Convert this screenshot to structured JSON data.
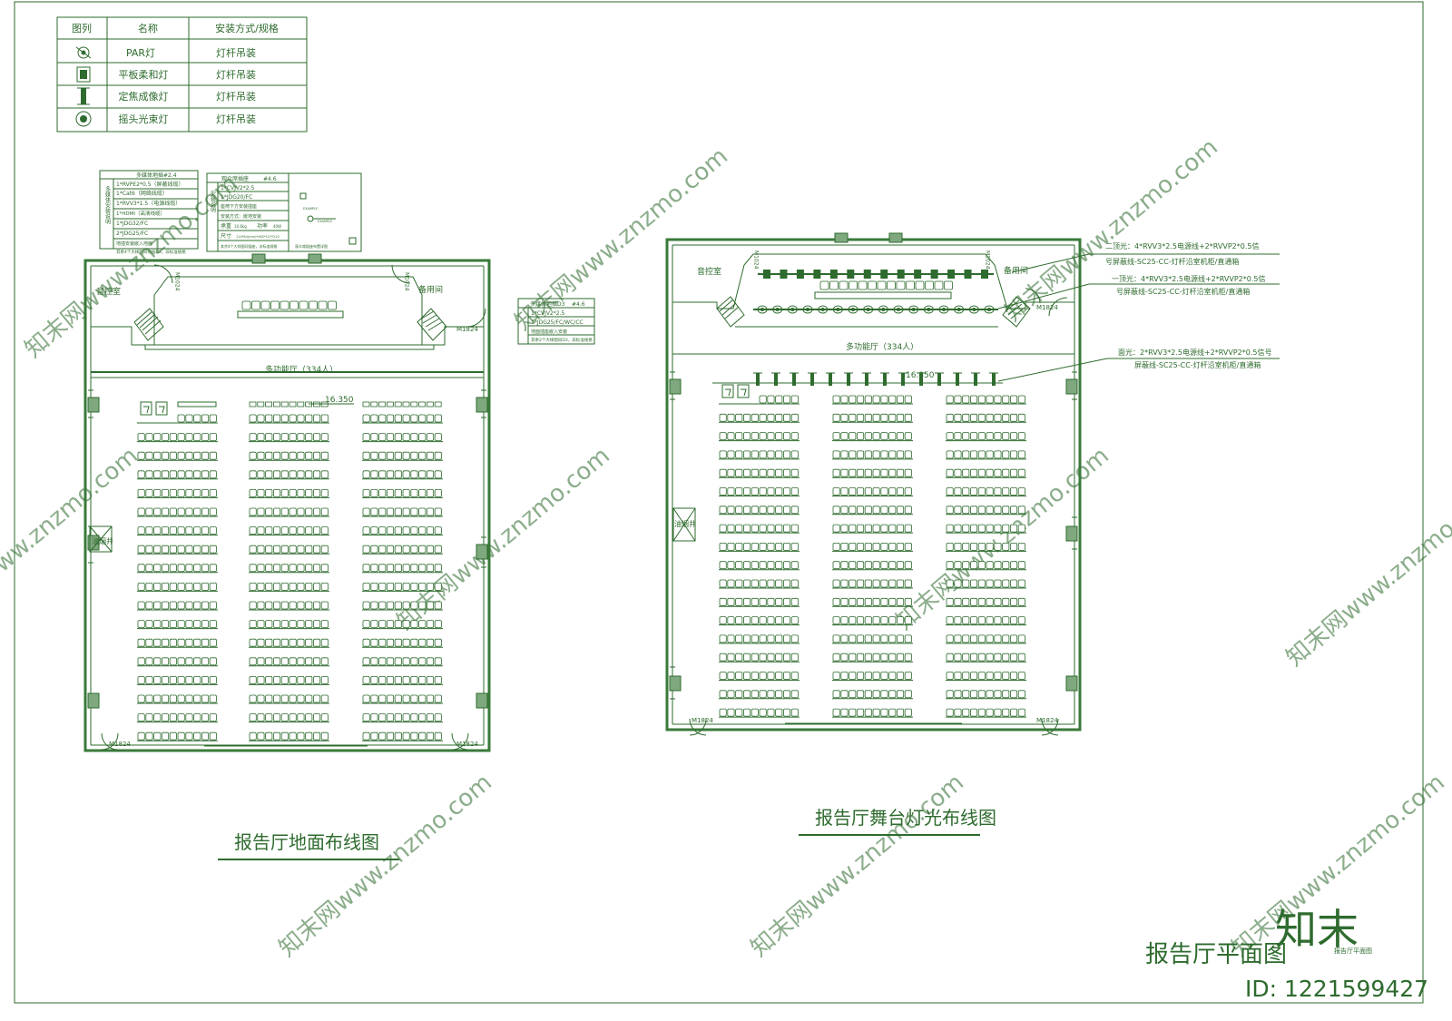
{
  "legend": {
    "headers": [
      "图列",
      "名称",
      "安装方式/规格"
    ],
    "rows": [
      {
        "icon": "par-light-icon",
        "name": "PAR灯",
        "spec": "灯杆吊装"
      },
      {
        "icon": "panel-soft-light-icon",
        "name": "平板柔和灯",
        "spec": "灯杆吊装"
      },
      {
        "icon": "profile-spot-light-icon",
        "name": "定焦成像灯",
        "spec": "灯杆吊装"
      },
      {
        "icon": "moving-head-light-icon",
        "name": "摇头光束灯",
        "spec": "灯杆吊装"
      }
    ]
  },
  "box1": {
    "header_left": "多媒体地插",
    "header_right": "#2.4",
    "side": "多媒体安装说明",
    "lines": [
      "1*RVPE2*0.5（屏蔽线缆）",
      "1*Cat6（网络线缆）",
      "1*RVV3*1.5（电源线缆）",
      "1*HDMI（高清线缆）",
      "1*JDG32/FC",
      "2*JDG25/FC",
      "地插安装嵌入地面",
      "其余4个大样图同地插D3，非标准规格"
    ]
  },
  "box2": {
    "header_left": "观众席插座",
    "header_right": "#4.6",
    "side": "安装说明",
    "lines": [
      "1*CVJV2*2.5",
      "1*JDG20/FC",
      "座椅下方安装插座",
      "安装方式：嵌地安装",
      "承重",
      "尺寸"
    ],
    "load_value": "10.6kg",
    "power_label": "功率",
    "power_value": "40W",
    "size_value": "114*64(mm)*465*157*210",
    "note": "其余4个大样图同插座，非标准规格",
    "example1": "EXAMPLE",
    "example2": "EXAMPLE",
    "right_note": "观众席插座布置详图"
  },
  "box3": {
    "header_left": "多媒体地插D3",
    "header_right": "#4.6",
    "lines": [
      "1*CVJV2*2.5",
      "1*JDG25/FC/WC/CC",
      "地面插座嵌入安装",
      "其余2个大样图同D3，非标准规格"
    ]
  },
  "plan1": {
    "title": "报告厅地面布线图",
    "hall_label": "多功能厅（334人）",
    "control_room": "音控室",
    "spare_room": "备用间",
    "elevation": "16.350",
    "shaft": "油烟井",
    "door_m1024": "M1024",
    "door_m1824_a": "M1824",
    "door_m1824_b": "M1824",
    "door_m1824_c": "M1824"
  },
  "plan2": {
    "title": "报告厅舞台灯光布线图",
    "hall_label": "多功能厅（334人）",
    "control_room": "音控室",
    "spare_room": "备用间",
    "elevation": "16.350",
    "shaft": "油烟井",
    "door_m1024_a": "M1024",
    "door_m1024_b": "M1024",
    "door_m1824_a": "M1824",
    "door_m1824_b": "M1824",
    "door_m1824_c": "M1824",
    "annotations": [
      {
        "line1": "二顶光：4*RVV3*2.5电源线+2*RVVP2*0.5信",
        "line2": "号屏蔽线-SC25-CC-灯杆沿室机柜/直通箱"
      },
      {
        "line1": "一顶光：4*RVV3*2.5电源线+2*RVVP2*0.5信",
        "line2": "号屏蔽线-SC25-CC-灯杆沿室机柜/直通箱"
      },
      {
        "line1": "面光：2*RVV3*2.5电源线+2*RVVP2*0.5信号",
        "line2": "屏蔽线-SC25-CC-灯杆沿室机柜/直通箱"
      }
    ]
  },
  "sheet": {
    "title": "报告厅平面图",
    "small_note": "报告厅平面图"
  },
  "watermark": {
    "text": "知末网www.znzmo.com",
    "brand": "知末",
    "id": "ID: 1221599427"
  },
  "colors": {
    "line": "#2e6b2e",
    "fill": "#7fa87f",
    "watermark": "#c9d9c9"
  }
}
